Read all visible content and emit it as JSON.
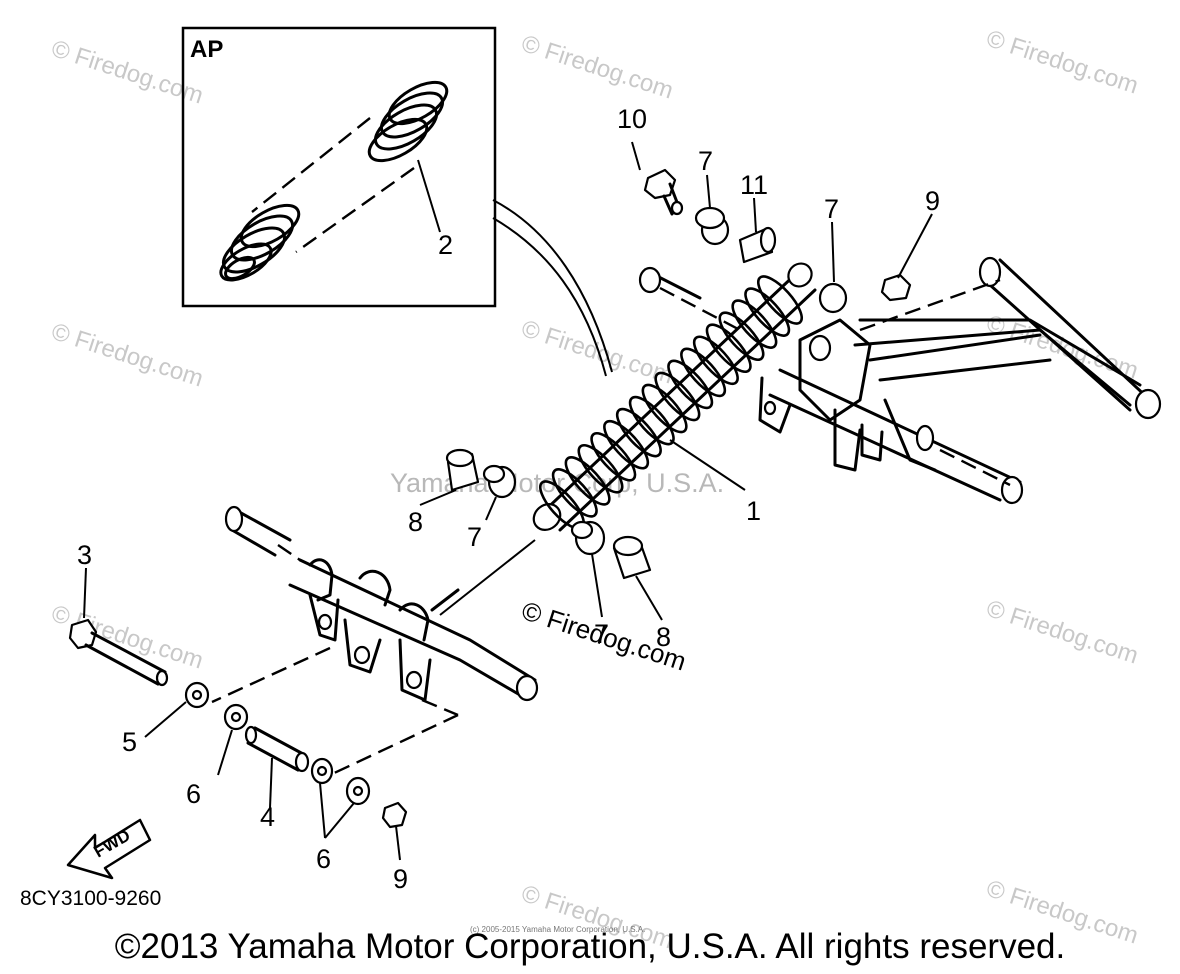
{
  "inset": {
    "label": "AP",
    "callout": "2"
  },
  "callouts": {
    "c1": "1",
    "c2": "2",
    "c3": "3",
    "c4": "4",
    "c5": "5",
    "c6a": "6",
    "c6b": "6",
    "c7a": "7",
    "c7b": "7",
    "c7c": "7",
    "c7d": "7",
    "c8a": "8",
    "c8b": "8",
    "c9a": "9",
    "c9b": "9",
    "c10": "10",
    "c11": "11"
  },
  "fwd_label": "FWD",
  "diagram_code": "8CY3100-9260",
  "watermarks": {
    "firedog": "© Firedog.com",
    "center": "Yamaha Motor Corp, U.S.A.",
    "tiny": "(c) 2005-2015 Yamaha Motor Corporation, U.S.A."
  },
  "copyright": "©2013 Yamaha Motor Corporation, U.S.A. All rights reserved.",
  "colors": {
    "ink": "#000000",
    "watermark": "#c8c8c8",
    "background": "#ffffff"
  }
}
